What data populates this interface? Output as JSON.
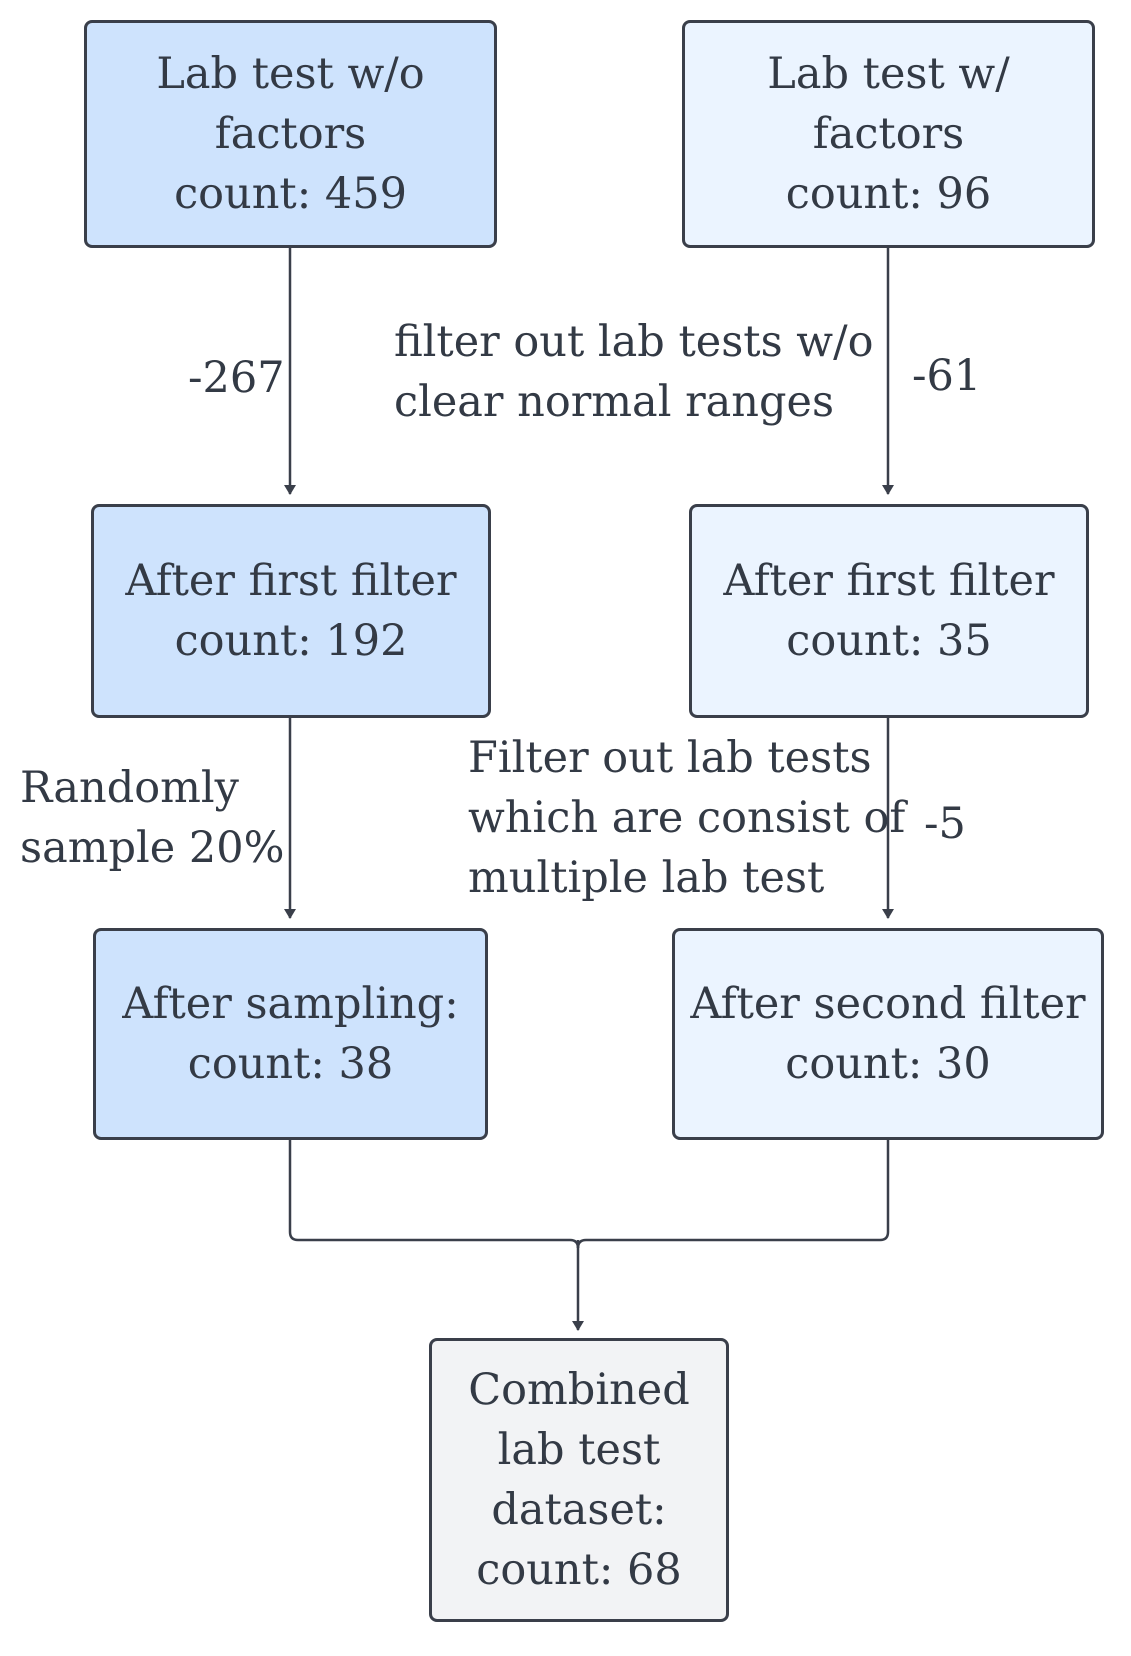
{
  "nodes": {
    "lab_without_factors": {
      "lines": [
        "Lab test w/o",
        "factors",
        "count: 459"
      ]
    },
    "lab_with_factors": {
      "lines": [
        "Lab test w/",
        "factors",
        "count: 96"
      ]
    },
    "left_first_filter": {
      "lines": [
        "After first filter",
        "count: 192"
      ]
    },
    "right_first_filter": {
      "lines": [
        "After first filter",
        "count: 35"
      ]
    },
    "after_sampling": {
      "lines": [
        "After sampling:",
        "count: 38"
      ]
    },
    "after_second_filter": {
      "lines": [
        "After second filter",
        "count: 30"
      ]
    },
    "combined": {
      "lines": [
        "Combined",
        "lab test",
        "dataset:",
        "count: 68"
      ]
    }
  },
  "labels": {
    "left_removed_first": "-267",
    "right_removed_first": "-61",
    "right_removed_second": "-5",
    "filter_note": [
      "filter out lab tests w/o",
      "clear normal ranges"
    ],
    "sample_note": [
      "Randomly",
      "sample 20%"
    ],
    "second_filter_note": [
      "Filter out lab tests",
      "which are consist of",
      "multiple lab test"
    ]
  },
  "colors": {
    "left_fill": "#cee3fd",
    "right_fill": "#ebf4ff",
    "combined_fill": "#f2f3f5",
    "stroke": "#3a3f4a",
    "text": "#333a45"
  }
}
